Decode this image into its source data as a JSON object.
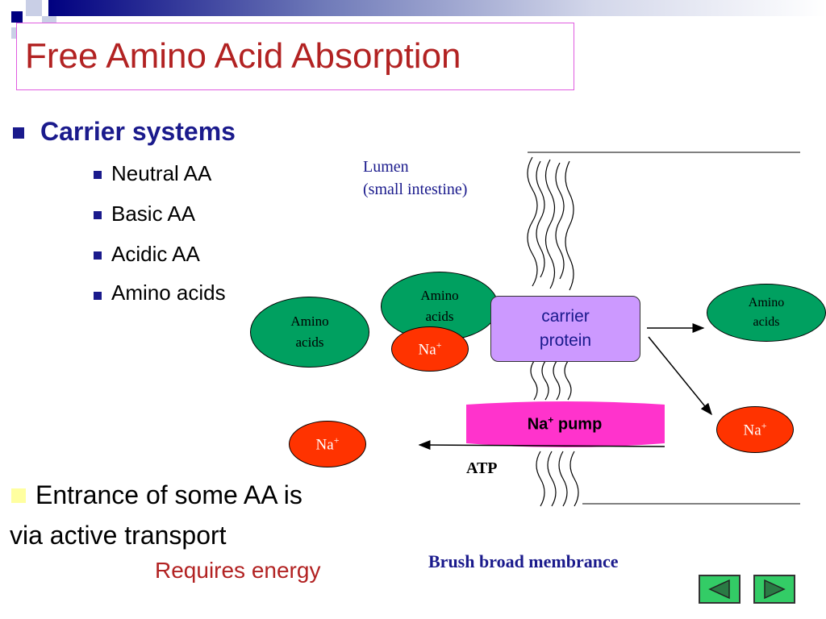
{
  "title": "Free Amino Acid Absorption",
  "heading": "Carrier systems",
  "sub_items": [
    "Neutral AA",
    "Basic AA",
    "Acidic AA",
    "Amino acids"
  ],
  "entrance_line1": "Entrance of some AA is",
  "entrance_line2": "via active transport",
  "requires": "Requires energy",
  "diagram": {
    "lumen_line1": "Lumen",
    "lumen_line2": "(small intestine)",
    "amino_line1": "Amino",
    "amino_line2": "acids",
    "na_label": "Na",
    "na_sup": "+",
    "carrier_line1": "carrier",
    "carrier_line2": "protein",
    "pump_label": "pump",
    "atp": "ATP",
    "membrane": "Brush broad membrance"
  },
  "colors": {
    "title": "#b22222",
    "heading": "#1a1a8c",
    "amino": "#00a060",
    "sodium": "#ff3300",
    "carrier": "#cc99ff",
    "pump": "#ff33cc"
  },
  "nav": {
    "prev_icon": "triangle-left-icon",
    "next_icon": "triangle-right-icon"
  }
}
